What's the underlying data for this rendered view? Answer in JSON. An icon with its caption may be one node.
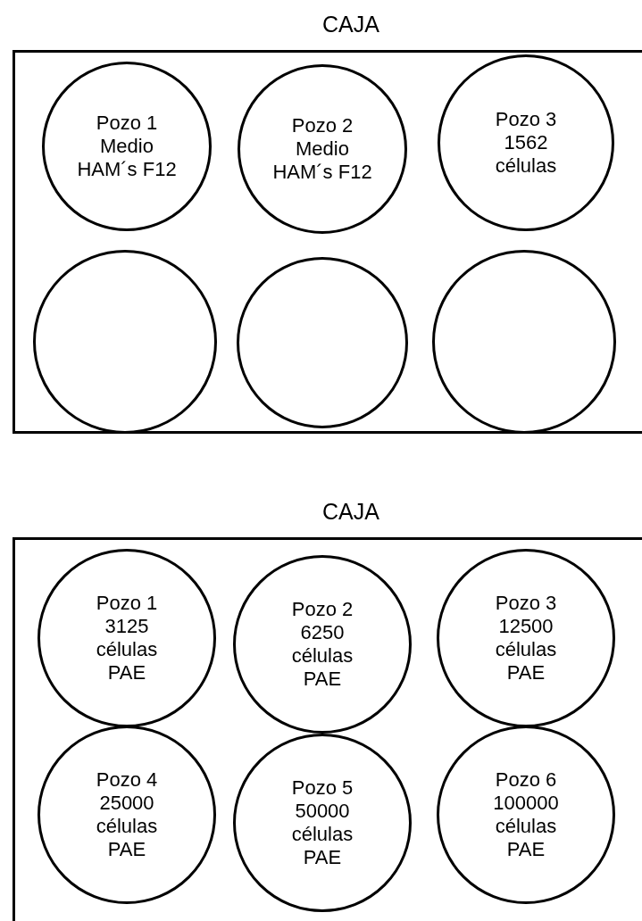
{
  "diagram": {
    "nodes": [
      {
        "text": [
          "CAJA"
        ]
      },
      {
        "text": [
          "Pozo 1",
          "Medio HAM´s F12"
        ],
        "in": 0
      },
      {
        "text": [
          "Pozo 2",
          "Medio HAM´s F12"
        ],
        "in": 0
      },
      {
        "text": [
          "Pozo 3",
          "1562 células"
        ],
        "in": 0
      },
      {
        "text": [],
        "shape": "circle",
        "in": 0
      },
      {
        "text": [],
        "shape": "circle",
        "in": 0
      },
      {
        "text": [],
        "shape": "circle",
        "in": 0
      },
      {
        "text": [
          "CAJA"
        ]
      },
      {
        "text": [
          "Pozo 1",
          "3125 células PAE"
        ],
        "in": 7
      },
      {
        "text": [
          "Pozo 2",
          "6250 células PAE"
        ],
        "in": 7
      },
      {
        "text": [
          "Pozo 3",
          "12500 células PAE"
        ],
        "in": 7
      },
      {
        "text": [
          "Pozo 4",
          "25000 células PAE"
        ],
        "in": 7
      },
      {
        "text": [
          "Pozo 5",
          "50000 células PAE"
        ],
        "in": 7
      },
      {
        "text": [
          "Pozo 6",
          "100000 células PAE"
        ],
        "in": 7
      }
    ],
    "edges": []
  }
}
